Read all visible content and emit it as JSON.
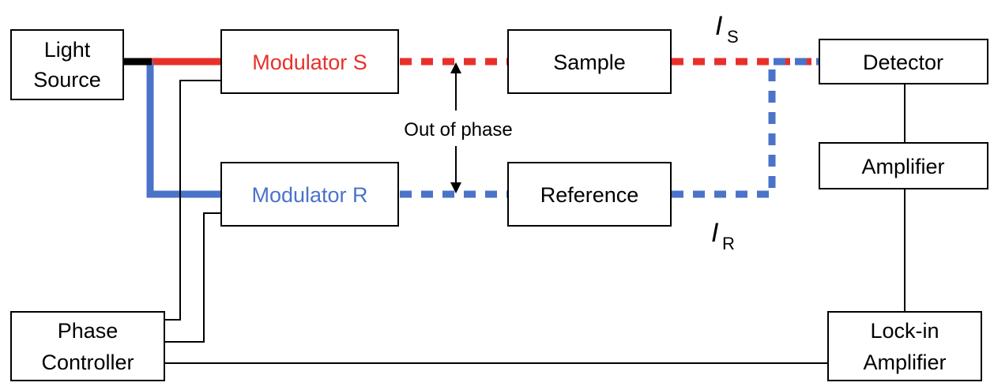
{
  "colors": {
    "sample_beam": "#e8302a",
    "reference_beam": "#4a73c9",
    "line": "#000000"
  },
  "boxes": {
    "light_source": {
      "line1": "Light",
      "line2": "Source"
    },
    "modulator_s": {
      "label": "Modulator S"
    },
    "modulator_r": {
      "label": "Modulator R"
    },
    "sample": {
      "label": "Sample"
    },
    "reference": {
      "label": "Reference"
    },
    "detector": {
      "label": "Detector"
    },
    "amplifier": {
      "label": "Amplifier"
    },
    "lockin": {
      "line1": "Lock-in",
      "line2": "Amplifier"
    },
    "phase_controller": {
      "line1": "Phase",
      "line2": "Controller"
    }
  },
  "annotations": {
    "out_of_phase": "Out of phase",
    "is_symbol": "I",
    "is_subscript": "S",
    "ir_symbol": "I",
    "ir_subscript": "R"
  }
}
